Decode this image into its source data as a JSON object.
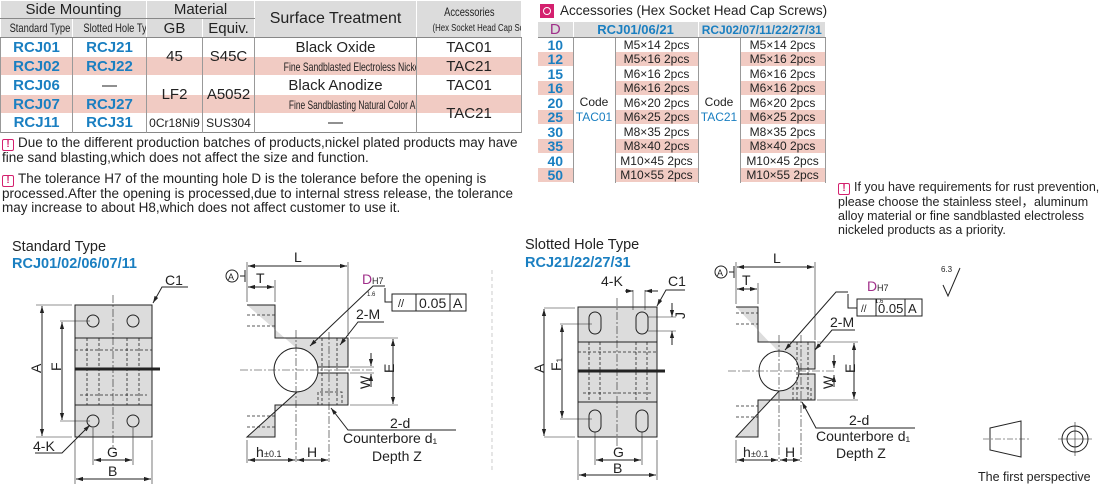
{
  "spec_table": {
    "headers": {
      "side_mounting": "Side Mounting",
      "material": "Material",
      "surface_treatment": "Surface Treatment",
      "accessories": "Accessories",
      "accessories_sub": "(Hex Socket Head Cap Screws)",
      "standard_type": "Standard Type",
      "slotted_hole_type": "Slotted Hole Type",
      "gb": "GB",
      "equiv": "Equiv."
    },
    "rows": [
      {
        "standard": "RCJ01",
        "slotted": "RCJ21",
        "surface": "Black Oxide",
        "accessory": "TAC01"
      },
      {
        "standard": "RCJ02",
        "slotted": "RCJ22",
        "surface": "Fine Sandblasted Electroless Nickeled",
        "accessory": "TAC21"
      },
      {
        "standard": "RCJ06",
        "slotted": "—",
        "surface": "Black Anodize",
        "accessory": "TAC01"
      },
      {
        "standard": "RCJ07",
        "slotted": "RCJ27",
        "surface": "Fine Sandblasting Natural Color Anodizing",
        "accessory": "TAC21"
      },
      {
        "standard": "RCJ11",
        "slotted": "RCJ31",
        "surface": "—"
      }
    ],
    "materials": [
      {
        "gb": "45",
        "equiv": "S45C"
      },
      {
        "gb": "LF2",
        "equiv": "A5052"
      },
      {
        "gb": "0Cr18Ni9",
        "equiv": "SUS304"
      }
    ]
  },
  "accessories": {
    "title": "Accessories (Hex Socket Head Cap Screws)",
    "col_d": "D",
    "col_a": "RCJ01/06/21",
    "col_b": "RCJ02/07/11/22/27/31",
    "code_label": "Code",
    "code_a": "TAC01",
    "code_b": "TAC21",
    "rows": [
      {
        "d": "10",
        "a": "M5×14 2pcs",
        "b": "M5×14 2pcs"
      },
      {
        "d": "12",
        "a": "M5×16 2pcs",
        "b": "M5×16 2pcs"
      },
      {
        "d": "15",
        "a": "M6×16 2pcs",
        "b": "M6×16 2pcs"
      },
      {
        "d": "16",
        "a": "M6×16 2pcs",
        "b": "M6×16 2pcs"
      },
      {
        "d": "20",
        "a": "M6×20 2pcs",
        "b": "M6×20 2pcs"
      },
      {
        "d": "25",
        "a": "M6×25 2pcs",
        "b": "M6×25 2pcs"
      },
      {
        "d": "30",
        "a": "M8×35 2pcs",
        "b": "M8×35 2pcs"
      },
      {
        "d": "35",
        "a": "M8×40 2pcs",
        "b": "M8×40 2pcs"
      },
      {
        "d": "40",
        "a": "M10×45 2pcs",
        "b": "M10×45 2pcs"
      },
      {
        "d": "50",
        "a": "M10×55 2pcs",
        "b": "M10×55 2pcs"
      }
    ]
  },
  "notes": {
    "n1": "Due to the different production batches of products,nickel plated products may have fine sand blasting,which does not affect the size and function.",
    "n2": "The tolerance H7 of the mounting hole D is the tolerance before the opening is processed.After the opening is processed,due to internal stress release, the tolerance may increase to about H8,which does not affect customer to use it.",
    "n3": "If you have requirements for rust prevention, please choose the stainless steel，aluminum alloy material or fine sandblasted electroless nickeled products as a priority."
  },
  "drawings": {
    "standard_title": "Standard Type",
    "standard_models": "RCJ01/02/06/07/11",
    "slotted_title": "Slotted Hole Type",
    "slotted_models": "RCJ21/22/27/31",
    "labels": {
      "A": "A",
      "B": "B",
      "F": "F",
      "F1": "F₁",
      "G": "G",
      "C1": "C1",
      "K": "4-K",
      "J": "J",
      "L": "L",
      "T": "T",
      "D": "D",
      "H7": "H7",
      "M": "2-M",
      "E": "E",
      "W": "W",
      "h": "h",
      "h_tol": "±0.1",
      "H": "H",
      "d": "2-d",
      "counterbore": "Counterbore d₁",
      "depth": "Depth Z",
      "datum": "A",
      "tolerance": "0.05",
      "parallel": "//",
      "roughness_16": "1.6",
      "roughness_63": "6.3"
    },
    "projection": "The first perspective"
  },
  "colors": {
    "accent": "#1a7fc1",
    "stripe": "#f1cbc3",
    "magenta": "#d4206e"
  }
}
